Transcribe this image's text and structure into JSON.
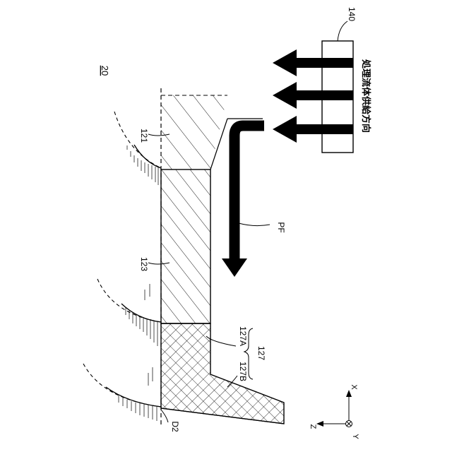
{
  "figure": {
    "ref_main": "20",
    "ref_supply": "140",
    "supply_direction_text": "処理流体供給方向",
    "ref_upper_layer": "121",
    "ref_middle_layer": "123",
    "ref_sub_a": "127A",
    "ref_sub_b": "127B",
    "ref_lower_layer": "127",
    "flow_label": "PF",
    "dim_label": "D2",
    "axis_x": "X",
    "axis_y": "Y",
    "axis_z": "Z"
  }
}
